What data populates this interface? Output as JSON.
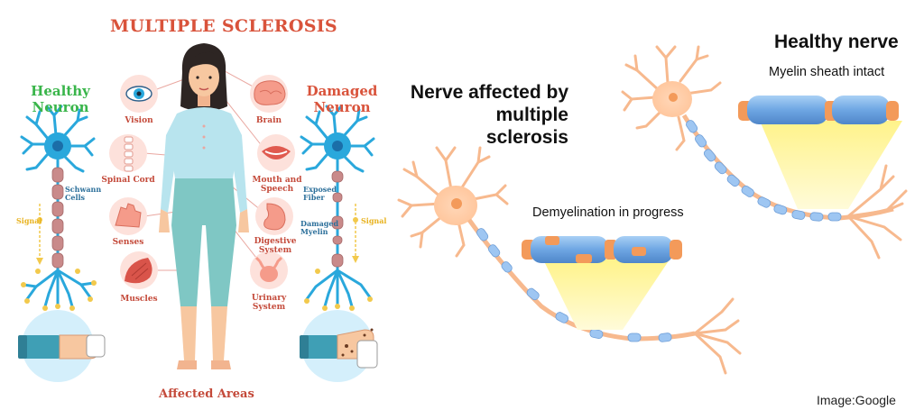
{
  "left_panel": {
    "title": "MULTIPLE SCLEROSIS",
    "healthy_label": "Healthy\nNeuron",
    "damaged_label": "Damaged\nNeuron",
    "schwann_label": "Schwann\nCells",
    "exposed_label": "Exposed\nFiber",
    "damaged_myelin_label": "Damaged\nMyelin",
    "signal_left": "Signal",
    "signal_right": "Signal",
    "organs": {
      "vision": "Vision",
      "brain": "Brain",
      "spinal_cord": "Spinal Cord",
      "mouth": "Mouth and\nSpeech",
      "senses": "Senses",
      "digestive": "Digestive\nSystem",
      "muscles": "Muscles",
      "urinary": "Urinary\nSystem"
    },
    "affected_areas": "Affected Areas"
  },
  "right_panel": {
    "affected_title": "Nerve affected by\nmultiple\nsclerosis",
    "demyelination": "Demyelination in progress",
    "healthy_title": "Healthy nerve",
    "myelin_intact": "Myelin sheath intact"
  },
  "credit": "Image:Google",
  "colors": {
    "title_red": "#d9533b",
    "healthy_green": "#39b54a",
    "neuron_blue": "#2aa8dc",
    "myelin_blue": "#7fb2e8",
    "node_orange": "#f5894a",
    "highlight_yellow": "#fff6a8"
  }
}
